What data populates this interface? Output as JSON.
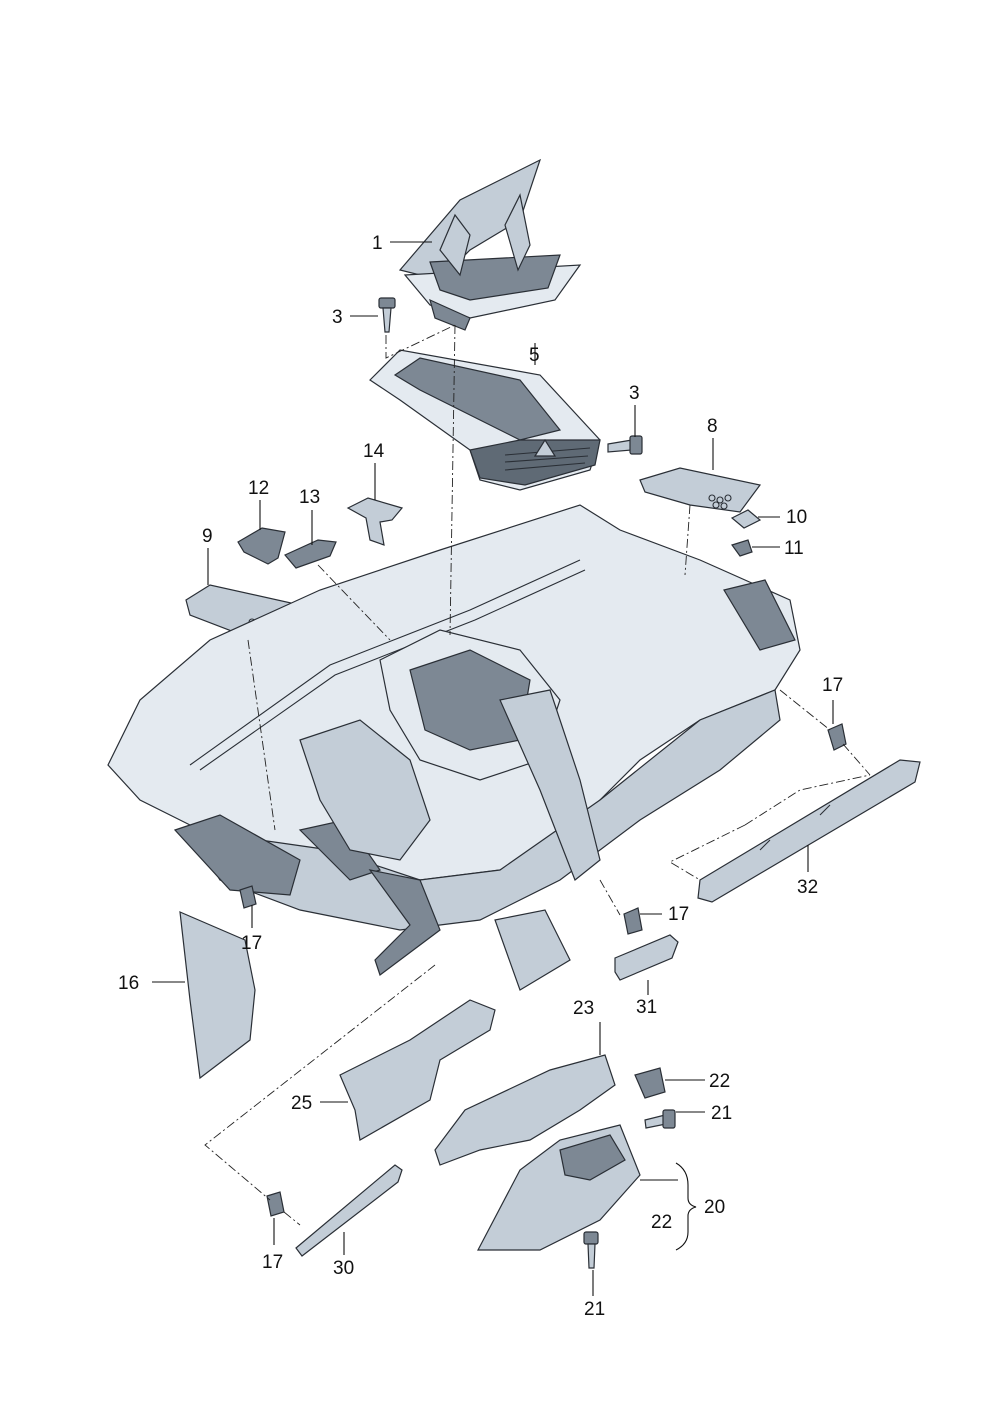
{
  "callouts": [
    {
      "id": "c1",
      "text": "1"
    },
    {
      "id": "c3a",
      "text": "3"
    },
    {
      "id": "c5",
      "text": "5"
    },
    {
      "id": "c3b",
      "text": "3"
    },
    {
      "id": "c8",
      "text": "8"
    },
    {
      "id": "c14",
      "text": "14"
    },
    {
      "id": "c12",
      "text": "12"
    },
    {
      "id": "c13",
      "text": "13"
    },
    {
      "id": "c9",
      "text": "9"
    },
    {
      "id": "c10",
      "text": "10"
    },
    {
      "id": "c11",
      "text": "11"
    },
    {
      "id": "c17a",
      "text": "17"
    },
    {
      "id": "c32",
      "text": "32"
    },
    {
      "id": "c17b",
      "text": "17"
    },
    {
      "id": "c16",
      "text": "16"
    },
    {
      "id": "c17c",
      "text": "17"
    },
    {
      "id": "c31",
      "text": "31"
    },
    {
      "id": "c23",
      "text": "23"
    },
    {
      "id": "c22a",
      "text": "22"
    },
    {
      "id": "c21a",
      "text": "21"
    },
    {
      "id": "c25",
      "text": "25"
    },
    {
      "id": "c20",
      "text": "20"
    },
    {
      "id": "c22b",
      "text": "22"
    },
    {
      "id": "c17d",
      "text": "17"
    },
    {
      "id": "c30",
      "text": "30"
    },
    {
      "id": "c21b",
      "text": "21"
    }
  ]
}
